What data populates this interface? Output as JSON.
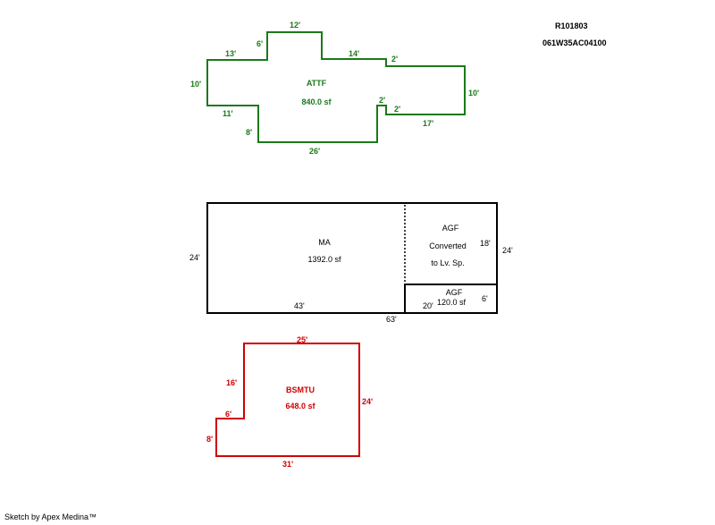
{
  "header": {
    "parcel_id": "R101803",
    "map_number": "061W35AC04100"
  },
  "colors": {
    "attf": "#1a7a1a",
    "main": "#000000",
    "bsmtu": "#d00000"
  },
  "attf": {
    "label": "ATTF",
    "area": "840.0 sf",
    "dims": {
      "top": "12'",
      "left_step_up": "6'",
      "upper_left": "13'",
      "left_side": "10'",
      "lower_left": "11'",
      "left_step_down": "8'",
      "bottom": "26'",
      "upper_right": "14'",
      "right_step_top": "2'",
      "right_side": "10'",
      "notch_vertical": "2'",
      "notch_horizontal": "2'",
      "lower_right": "17'"
    }
  },
  "main_area": {
    "label": "MA",
    "area": "1392.0 sf",
    "dims": {
      "left": "24'",
      "bottom": "43'",
      "total_bottom": "63'",
      "right": "24'"
    }
  },
  "agf_converted": {
    "label": "AGF",
    "line2": "Converted",
    "line3": "to Lv. Sp.",
    "dim_height": "18'"
  },
  "agf_small": {
    "label": "AGF",
    "area": "120.0 sf",
    "dim_width": "20'",
    "dim_height": "6'"
  },
  "bsmtu": {
    "label": "BSMTU",
    "area": "648.0 sf",
    "dims": {
      "top": "25'",
      "left_upper": "16'",
      "step": "6'",
      "left_lower": "8'",
      "right": "24'",
      "bottom": "31'"
    }
  },
  "footer": {
    "credit": "Sketch by Apex Medina™"
  }
}
